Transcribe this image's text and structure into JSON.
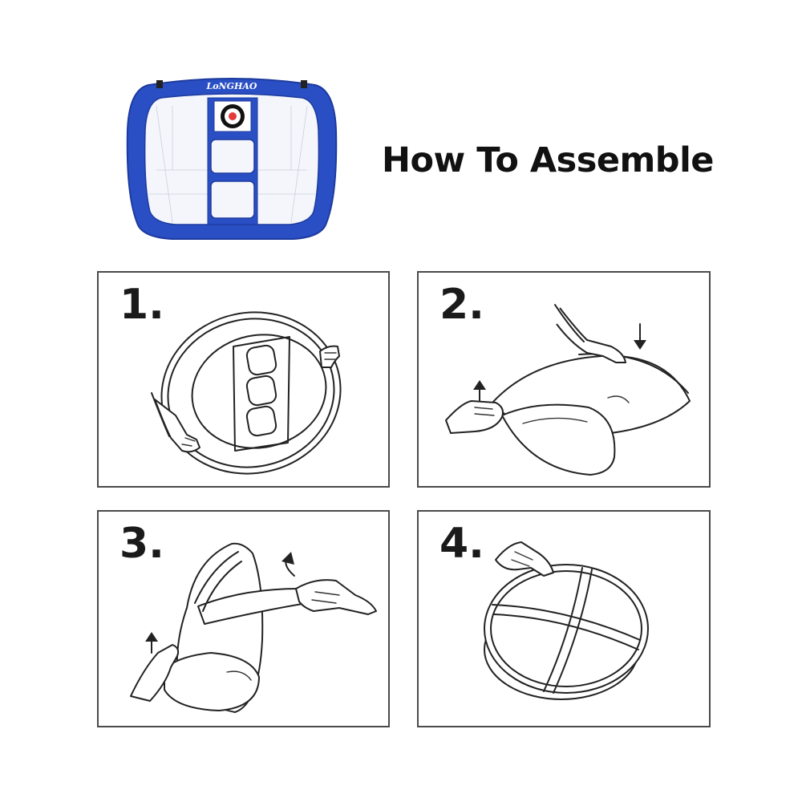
{
  "product": {
    "brand_logo_text": "LoNGHAO",
    "colors": {
      "frame": "#2a4fc4",
      "frame_dark": "#1d3a9e",
      "net": "#f4f6fb",
      "target_ring": "#111111",
      "target_center": "#e43a3a"
    }
  },
  "title": "How To Assemble",
  "steps": [
    {
      "number": "1."
    },
    {
      "number": "2."
    },
    {
      "number": "3."
    },
    {
      "number": "4."
    }
  ]
}
